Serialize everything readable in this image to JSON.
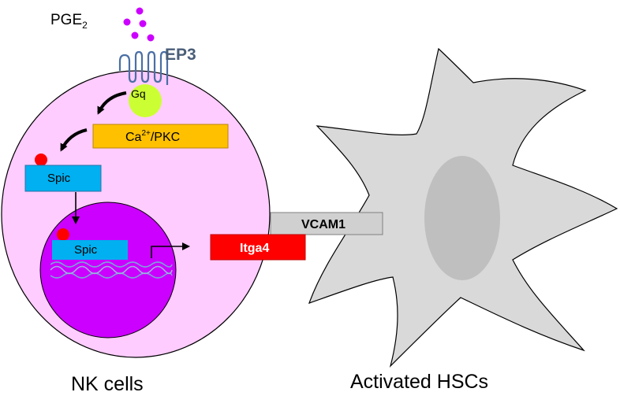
{
  "ligand": {
    "base": "PGE",
    "subscript": "2"
  },
  "receptor": {
    "label": "EP3"
  },
  "g_protein": {
    "label": "Gq"
  },
  "second_messenger": {
    "ca": "Ca",
    "superscript": "2+",
    "rest": "/PKC"
  },
  "cytoplasm_tf": {
    "label": "Spic"
  },
  "nuclear_tf": {
    "label": "Spic"
  },
  "target_gene": {
    "label": "Itga4"
  },
  "ligand_partner": {
    "label": "VCAM1"
  },
  "cell_left": {
    "label": "NK cells"
  },
  "cell_right": {
    "label": "Activated HSCs"
  },
  "colors": {
    "nk_cell_fill": "#FFCCFF",
    "nucleus_fill": "#CC00FF",
    "pge2_dot": "#CC00FF",
    "gq_fill": "#CCFF33",
    "ca_pkc_fill": "#FFC000",
    "spic_fill": "#00B0F0",
    "phospho_dot": "#FF0000",
    "itga4_fill": "#FF0000",
    "vcam1_fill": "#D0D0D0",
    "hsc_fill": "#D9D9D9",
    "hsc_nucleus_fill": "#BFBFBF",
    "receptor_stroke": "#4A6FA5",
    "dna_stroke": "#7F9FD8"
  }
}
